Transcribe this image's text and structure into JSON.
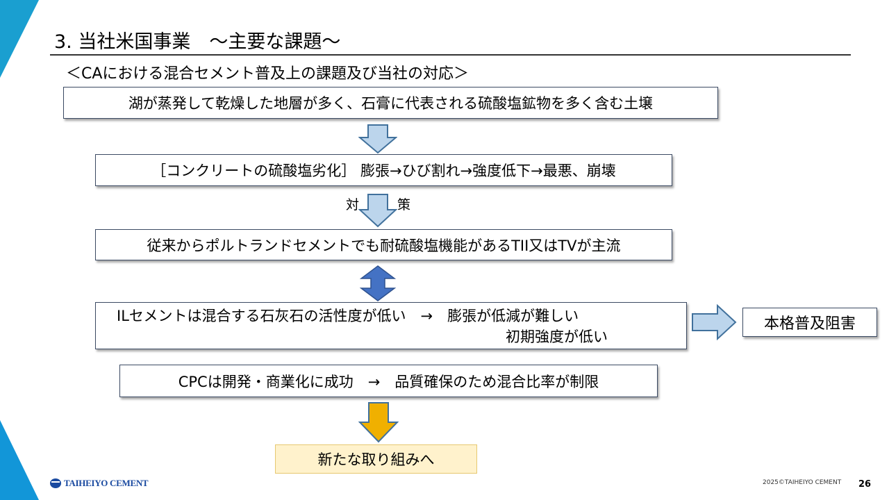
{
  "title": "3. 当社米国事業　～主要な課題～",
  "subtitle": "＜CAにおける混合セメント普及上の課題及び当社の対応＞",
  "flow": {
    "box1": "湖が蒸発して乾燥した地層が多く、石膏に代表される硫酸塩鉱物を多く含む土壌",
    "box2": "［コンクリートの硫酸塩劣化］ 膨張→ひび割れ→強度低下→最悪、崩壊",
    "countermeasure_left": "対",
    "countermeasure_right": "策",
    "box3": "従来からポルトランドセメントでも耐硫酸塩機能があるTII又はTVが主流",
    "box4_line1": "ILセメントは混合する石灰石の活性度が低い　→　膨張が低減が難しい",
    "box4_line2": "初期強度が低い",
    "side_box": "本格普及阻害",
    "box5": "CPCは開発・商業化に成功　→　品質確保のため混合比率が制限",
    "final_box": "新たな取り組みへ"
  },
  "footer": {
    "logo": "TAIHEIYO CEMENT",
    "copyright": "2025©TAIHEIYO CEMENT",
    "page": "26"
  },
  "colors": {
    "accent": "#1aa0d8",
    "arrow_light": "#bcd5ec",
    "arrow_dark": "#4472c4",
    "arrow_orange": "#f0b000",
    "final_bg": "#fff2cc"
  }
}
